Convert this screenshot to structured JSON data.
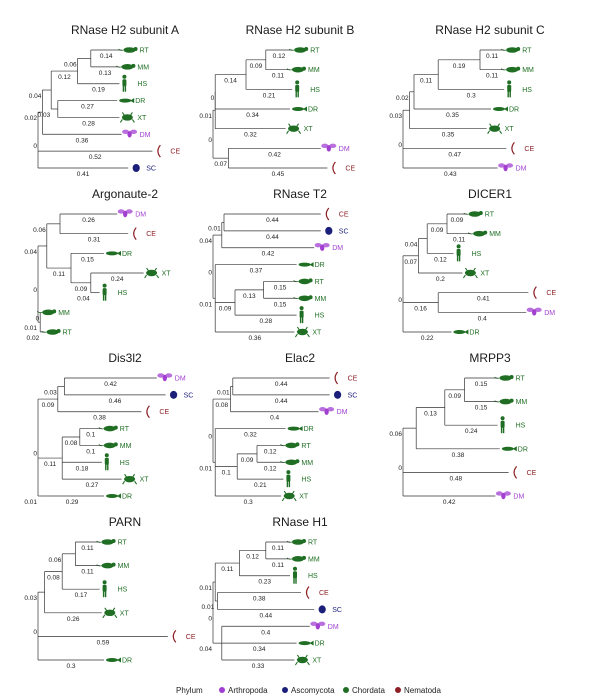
{
  "colors": {
    "Arthropoda": "#a23fd1",
    "Ascomycota": "#1c1f7a",
    "Chordata": "#1f6e23",
    "Nematoda": "#8c1f24"
  },
  "species_phylum": {
    "RT": "Chordata",
    "MM": "Chordata",
    "HS": "Chordata",
    "DR": "Chordata",
    "XT": "Chordata",
    "DM": "Arthropoda",
    "CE": "Nematoda",
    "SC": "Ascomycota"
  },
  "species_icons": {
    "RT": "rat-icon",
    "MM": "mouse-icon",
    "HS": "human-icon",
    "DR": "zebrafish-icon",
    "XT": "frog-icon",
    "DM": "fly-icon",
    "CE": "nematode-icon",
    "SC": "yeast-icon"
  },
  "legend": {
    "title": "Phylum",
    "items": [
      {
        "name": "Arthropoda",
        "color": "#a23fd1"
      },
      {
        "name": "Ascomycota",
        "color": "#1c1f7a"
      },
      {
        "name": "Chordata",
        "color": "#1f6e23"
      },
      {
        "name": "Nematoda",
        "color": "#8c1f24"
      }
    ]
  },
  "trees": [
    {
      "title": "RNase H2 subunit A",
      "tree": {
        "b": "0",
        "c": [
          {
            "b": "0.02",
            "c": [
              {
                "b": "0.04",
                "c": [
                  {
                    "b": "0.12",
                    "c": [
                      {
                        "b": "0.06",
                        "c": [
                          {
                            "b": "0.14",
                            "n": "RT"
                          },
                          {
                            "b": "0.13",
                            "n": "MM"
                          }
                        ]
                      },
                      {
                        "b": "0.19",
                        "n": "HS"
                      }
                    ]
                  },
                  {
                    "b": "0.03",
                    "c": [
                      {
                        "b": "0.27",
                        "n": "DR"
                      },
                      {
                        "b": "0.28",
                        "n": "XT"
                      }
                    ]
                  }
                ]
              },
              {
                "b": "0.36",
                "n": "DM"
              }
            ]
          },
          {
            "b": "0.52",
            "n": "CE"
          },
          {
            "b": "0.41",
            "n": "SC"
          }
        ]
      }
    },
    {
      "title": "RNase H2 subunit B",
      "tree": {
        "b": "0",
        "c": [
          {
            "b": "0.01",
            "c": [
              {
                "b": "0",
                "c": [
                  {
                    "b": "0.14",
                    "c": [
                      {
                        "b": "0.09",
                        "c": [
                          {
                            "b": "0.12",
                            "n": "RT"
                          },
                          {
                            "b": "0.11",
                            "n": "MM"
                          }
                        ]
                      },
                      {
                        "b": "0.21",
                        "n": "HS"
                      }
                    ]
                  },
                  {
                    "b": "0.34",
                    "n": "DR"
                  }
                ]
              },
              {
                "b": "0.32",
                "n": "XT"
              }
            ]
          },
          {
            "b": "0.07",
            "c": [
              {
                "b": "0.42",
                "n": "DM"
              },
              {
                "b": "0.45",
                "n": "CE"
              }
            ]
          }
        ]
      }
    },
    {
      "title": "RNase H2 subunit C",
      "tree": {
        "b": "0",
        "c": [
          {
            "b": "0.03",
            "c": [
              {
                "b": "0.02",
                "c": [
                  {
                    "b": "0.11",
                    "c": [
                      {
                        "b": "0.19",
                        "c": [
                          {
                            "b": "0.11",
                            "n": "RT"
                          },
                          {
                            "b": "0.11",
                            "n": "MM"
                          }
                        ]
                      },
                      {
                        "b": "0.3",
                        "n": "HS"
                      }
                    ]
                  },
                  {
                    "b": "0.35",
                    "n": "DR"
                  }
                ]
              },
              {
                "b": "0.35",
                "n": "XT"
              }
            ]
          },
          {
            "b": "0.47",
            "n": "CE"
          },
          {
            "b": "0.43",
            "n": "DM"
          }
        ]
      }
    },
    {
      "title": "Argonaute-2",
      "tree": {
        "b": "0",
        "c": [
          {
            "b": "0.04",
            "c": [
              {
                "b": "0.06",
                "c": [
                  {
                    "b": "0.26",
                    "n": "DM"
                  },
                  {
                    "b": "0.31",
                    "n": "CE"
                  }
                ]
              },
              {
                "b": "0.11",
                "c": [
                  {
                    "b": "0.15",
                    "n": "DR"
                  },
                  {
                    "b": "0.09",
                    "c": [
                      {
                        "b": "0.24",
                        "n": "XT"
                      },
                      {
                        "b": "0.04",
                        "n": "HS"
                      }
                    ]
                  }
                ]
              }
            ]
          },
          {
            "b": "0.01",
            "c": [
              {
                "b": "0",
                "n": "MM"
              },
              {
                "b": "0.02",
                "n": "RT"
              }
            ]
          }
        ]
      }
    },
    {
      "title": "RNase T2",
      "tree": {
        "b": "0",
        "c": [
          {
            "b": "0.04",
            "c": [
              {
                "b": "0.01",
                "c": [
                  {
                    "b": "0.44",
                    "n": "CE"
                  },
                  {
                    "b": "0.44",
                    "n": "SC"
                  }
                ]
              },
              {
                "b": "0.42",
                "n": "DM"
              }
            ]
          },
          {
            "b": "0.01",
            "c": [
              {
                "b": "0.37",
                "n": "DR"
              },
              {
                "b": "0.09",
                "c": [
                  {
                    "b": "0.13",
                    "c": [
                      {
                        "b": "0.15",
                        "n": "RT"
                      },
                      {
                        "b": "0.15",
                        "n": "MM"
                      }
                    ]
                  },
                  {
                    "b": "0.28",
                    "n": "HS"
                  }
                ]
              },
              {
                "b": "0.36",
                "n": "XT"
              }
            ]
          }
        ]
      }
    },
    {
      "title": "DICER1",
      "tree": {
        "b": "0",
        "c": [
          {
            "b": "0.07",
            "c": [
              {
                "b": "0.04",
                "c": [
                  {
                    "b": "0.09",
                    "c": [
                      {
                        "b": "0.09",
                        "n": "RT"
                      },
                      {
                        "b": "0.11",
                        "n": "MM"
                      }
                    ]
                  },
                  {
                    "b": "0.12",
                    "n": "HS"
                  }
                ]
              },
              {
                "b": "0.2",
                "n": "XT"
              }
            ]
          },
          {
            "b": "0.16",
            "c": [
              {
                "b": "0.41",
                "n": "CE"
              },
              {
                "b": "0.4",
                "n": "DM"
              }
            ]
          },
          {
            "b": "0.22",
            "n": "DR"
          }
        ]
      }
    },
    {
      "title": "Dis3l2",
      "tree": {
        "b": "0",
        "c": [
          {
            "b": "0.09",
            "c": [
              {
                "b": "0.03",
                "c": [
                  {
                    "b": "0.42",
                    "n": "DM"
                  },
                  {
                    "b": "0.46",
                    "n": "SC"
                  }
                ]
              },
              {
                "b": "0.38",
                "n": "CE"
              }
            ]
          },
          {
            "b": "0.11",
            "c": [
              {
                "b": "0.08",
                "c": [
                  {
                    "b": "0.1",
                    "n": "RT"
                  },
                  {
                    "b": "0.1",
                    "n": "MM"
                  }
                ]
              },
              {
                "b": "0.18",
                "n": "HS"
              },
              {
                "b": "0.27",
                "n": "XT"
              }
            ]
          },
          {
            "b": "0.01",
            "c": [
              {
                "b": "0.29",
                "n": "DR"
              }
            ]
          }
        ]
      }
    },
    {
      "title": "Elac2",
      "tree": {
        "b": "0",
        "c": [
          {
            "b": "0.08",
            "c": [
              {
                "b": "0.01",
                "c": [
                  {
                    "b": "0.44",
                    "n": "CE"
                  },
                  {
                    "b": "0.44",
                    "n": "SC"
                  }
                ]
              },
              {
                "b": "0.4",
                "n": "DM"
              }
            ]
          },
          {
            "b": "0.01",
            "c": [
              {
                "b": "0.32",
                "n": "DR"
              },
              {
                "b": "0.1",
                "c": [
                  {
                    "b": "0.09",
                    "c": [
                      {
                        "b": "0.12",
                        "n": "RT"
                      },
                      {
                        "b": "0.12",
                        "n": "MM"
                      }
                    ]
                  },
                  {
                    "b": "0.21",
                    "n": "HS"
                  }
                ]
              },
              {
                "b": "0.3",
                "n": "XT"
              }
            ]
          }
        ]
      }
    },
    {
      "title": "MRPP3",
      "tree": {
        "b": "0",
        "c": [
          {
            "b": "0.06",
            "c": [
              {
                "b": "0.13",
                "c": [
                  {
                    "b": "0.09",
                    "c": [
                      {
                        "b": "0.15",
                        "n": "RT"
                      },
                      {
                        "b": "0.15",
                        "n": "MM"
                      }
                    ]
                  },
                  {
                    "b": "0.24",
                    "n": "HS"
                  }
                ]
              },
              {
                "b": "0.38",
                "n": "DR"
              }
            ]
          },
          {
            "b": "0.48",
            "n": "CE"
          },
          {
            "b": "0.42",
            "n": "DM"
          }
        ]
      }
    },
    {
      "title": "PARN",
      "tree": {
        "b": "0",
        "c": [
          {
            "b": "0.03",
            "c": [
              {
                "b": "0.08",
                "c": [
                  {
                    "b": "0.06",
                    "c": [
                      {
                        "b": "0.11",
                        "n": "RT"
                      },
                      {
                        "b": "0.11",
                        "n": "MM"
                      }
                    ]
                  },
                  {
                    "b": "0.17",
                    "n": "HS"
                  }
                ]
              },
              {
                "b": "0.26",
                "n": "XT"
              }
            ]
          },
          {
            "b": "0.59",
            "n": "CE"
          },
          {
            "b": "0.3",
            "n": "DR"
          }
        ]
      }
    },
    {
      "title": "RNase H1",
      "tree": {
        "b": "0",
        "c": [
          {
            "b": "0.01",
            "c": [
              {
                "b": "0.11",
                "c": [
                  {
                    "b": "0.12",
                    "c": [
                      {
                        "b": "0.11",
                        "n": "RT"
                      },
                      {
                        "b": "0.11",
                        "n": "MM"
                      }
                    ]
                  },
                  {
                    "b": "0.23",
                    "n": "HS"
                  }
                ]
              },
              {
                "b": "0.01",
                "c": [
                  {
                    "b": "0.38",
                    "n": "CE"
                  },
                  {
                    "b": "0.44",
                    "n": "SC"
                  }
                ]
              }
            ]
          },
          {
            "b": "0.04",
            "c": [
              {
                "b": "0.4",
                "n": "DM"
              },
              {
                "b": "0.34",
                "n": "DR"
              },
              {
                "b": "0.33",
                "n": "XT"
              }
            ]
          }
        ]
      }
    }
  ]
}
